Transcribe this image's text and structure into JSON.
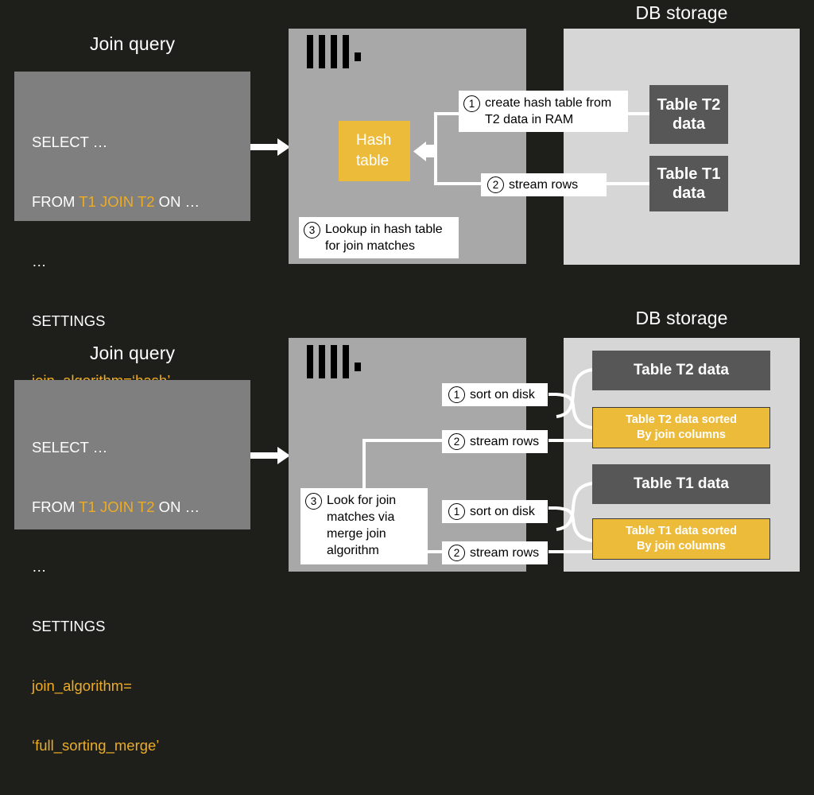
{
  "colors": {
    "background": "#1e1f1b",
    "query_card": "#7f7f7f",
    "server_panel": "#a8a8a8",
    "storage_panel": "#d6d6d6",
    "table_box": "#575757",
    "accent_yellow": "#edbb3a",
    "callout_bg": "#ffffff",
    "text_light": "#ffffff"
  },
  "top": {
    "query_title": "Join query",
    "storage_title": "DB storage",
    "query": {
      "line1": "SELECT …",
      "line2_prefix": "FROM ",
      "line2_kw": "T1 JOIN T2",
      "line2_suffix": " ON …",
      "line3": "…",
      "line4": "SETTINGS",
      "line5": "join_algorithm=‘hash’"
    },
    "hash_box": "Hash\ntable",
    "logo_name": "clickhouse-logo",
    "callouts": [
      {
        "num": "1",
        "text": "create hash table from\nT2 data in RAM"
      },
      {
        "num": "2",
        "text": "stream rows"
      },
      {
        "num": "3",
        "text": "Lookup in hash table\nfor join matches"
      }
    ],
    "tables": [
      {
        "label": "Table T2\ndata"
      },
      {
        "label": "Table T1\ndata"
      }
    ]
  },
  "bottom": {
    "query_title": "Join query",
    "storage_title": "DB storage",
    "query": {
      "line1": "SELECT …",
      "line2_prefix": "FROM ",
      "line2_kw": "T1 JOIN T2",
      "line2_suffix": " ON …",
      "line3": "…",
      "line4": "SETTINGS",
      "line5": "join_algorithm=",
      "line6": "‘full_sorting_merge’"
    },
    "logo_name": "clickhouse-logo",
    "callouts": [
      {
        "num": "1",
        "text": "sort on disk"
      },
      {
        "num": "2",
        "text": "stream rows"
      },
      {
        "num": "3",
        "text": "Look for join\nmatches via\nmerge join\nalgorithm"
      },
      {
        "num": "1",
        "text": "sort on disk"
      },
      {
        "num": "2",
        "text": "stream rows"
      }
    ],
    "tables": [
      {
        "label": "Table T2 data"
      },
      {
        "label": "Table T2 data sorted\nBy join columns"
      },
      {
        "label": "Table T1 data"
      },
      {
        "label": "Table T1 data sorted\nBy join columns"
      }
    ]
  }
}
